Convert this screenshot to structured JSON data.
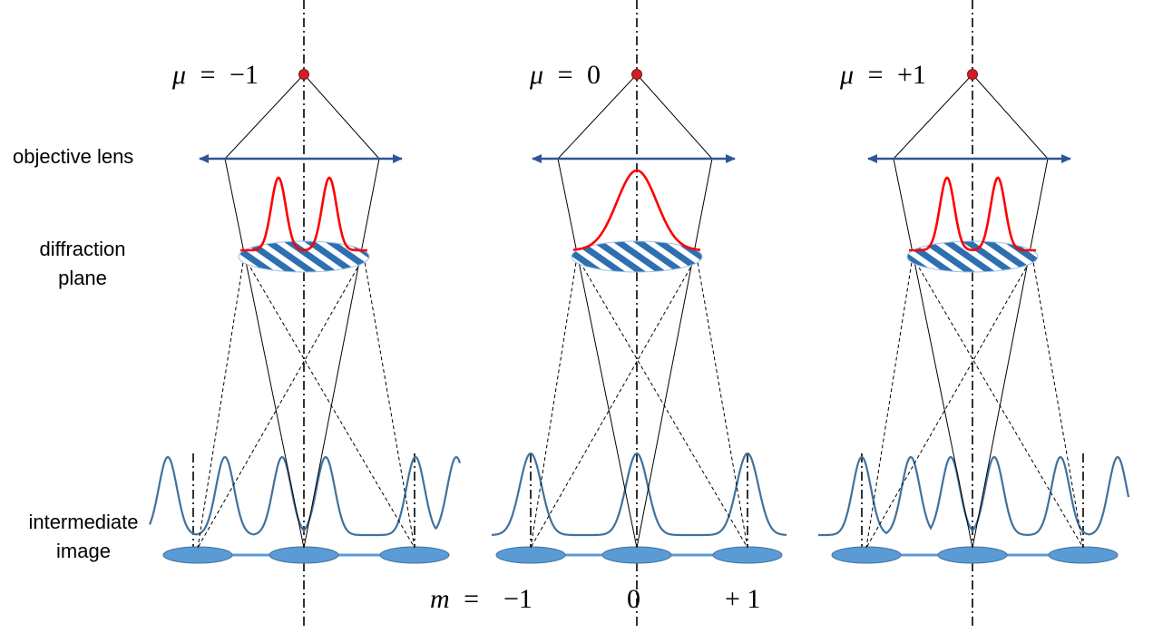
{
  "labels": {
    "objective_lens": "objective lens",
    "diffraction_plane_1": "diffraction",
    "diffraction_plane_2": "plane",
    "intermediate_image_1": "intermediate",
    "intermediate_image_2": "image"
  },
  "panels": [
    {
      "mu_symbol": "μ",
      "mu_eq": "=",
      "mu_value": "−1",
      "diffraction_profile": "double-peak"
    },
    {
      "mu_symbol": "μ",
      "mu_eq": "=",
      "mu_value": "0",
      "diffraction_profile": "single-peak"
    },
    {
      "mu_symbol": "μ",
      "mu_eq": "=",
      "mu_value": "+1",
      "diffraction_profile": "double-peak"
    }
  ],
  "orders": {
    "symbol": "m",
    "eq": "=",
    "values": [
      "−1",
      "0",
      "+ 1"
    ]
  },
  "colors": {
    "source_point": "#d21f26",
    "lens_arrow": "#2f5597",
    "diffraction_curve": "#ff0000",
    "image_curve": "#41719c",
    "image_spot": "#5b9bd5",
    "grating_stripe": "#2e6fb0"
  }
}
